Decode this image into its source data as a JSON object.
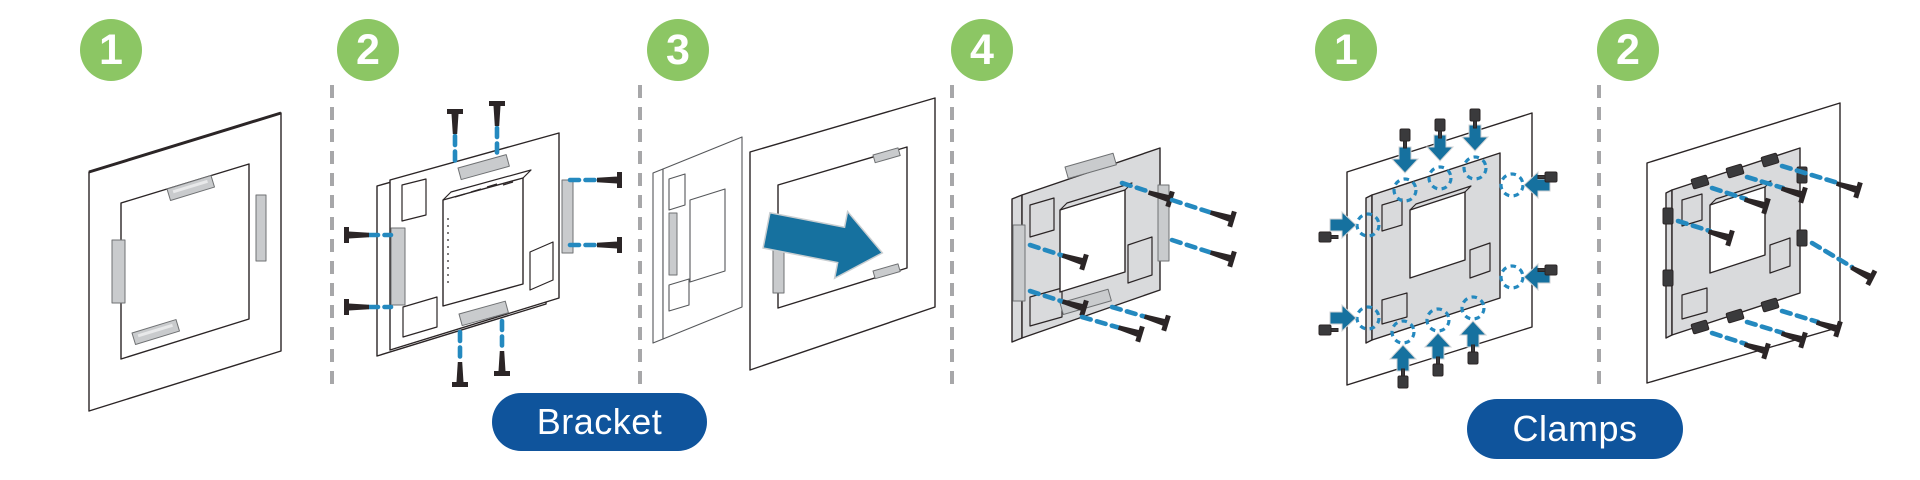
{
  "sections": [
    {
      "label": "Bracket",
      "badges": [
        "1",
        "2",
        "3",
        "4"
      ]
    },
    {
      "label": "Clamps",
      "badges": [
        "1",
        "2"
      ]
    }
  ],
  "colors": {
    "badge_green": "#8CC664",
    "label_blue": "#0F549C",
    "arrow_blue": "#16719F",
    "screw_path_blue": "#2489BF",
    "line_dark": "#2B2526",
    "monitor_gray": "#D9DADC",
    "bracket_gray": "#C9CBCD",
    "panel_white": "#FCFCFD",
    "separator_gray": "#A7A7A9",
    "label_text": "#FFFFFF",
    "badge_text": "#FFFFFF"
  },
  "illustrations": [
    {
      "name": "bracket-step-1-wall-cutout-with-brackets"
    },
    {
      "name": "bracket-step-2-attach-brackets-to-monitor"
    },
    {
      "name": "bracket-step-3-insert-monitor-into-cutout"
    },
    {
      "name": "bracket-step-4-fasten-screws-from-rear"
    },
    {
      "name": "clamps-step-1-position-clamps-around-monitor"
    },
    {
      "name": "clamps-step-2-fasten-clamp-screws"
    }
  ]
}
